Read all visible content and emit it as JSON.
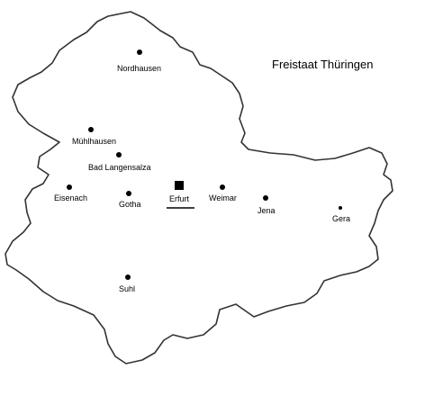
{
  "map": {
    "title": "Freistaat Thüringen",
    "border_color": "#333333",
    "marker_color": "#000000",
    "cities": [
      {
        "id": "nordhausen",
        "name": "Nordhausen",
        "marker": "dot"
      },
      {
        "id": "muehlhausen",
        "name": "Mühlhausen",
        "marker": "dot"
      },
      {
        "id": "bad-langensalza",
        "name": "Bad Langensalza",
        "marker": "dot"
      },
      {
        "id": "eisenach",
        "name": "Eisenach",
        "marker": "dot"
      },
      {
        "id": "gotha",
        "name": "Gotha",
        "marker": "dot"
      },
      {
        "id": "erfurt",
        "name": "Erfurt",
        "marker": "square-capital"
      },
      {
        "id": "weimar",
        "name": "Weimar",
        "marker": "dot"
      },
      {
        "id": "jena",
        "name": "Jena",
        "marker": "dot"
      },
      {
        "id": "gera",
        "name": "Gera",
        "marker": "small-dot"
      },
      {
        "id": "suhl",
        "name": "Suhl",
        "marker": "dot"
      }
    ]
  }
}
